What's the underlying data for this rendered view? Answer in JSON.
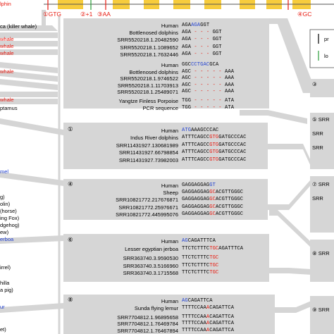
{
  "header": {
    "markers": [
      {
        "num": "①",
        "label": "GTG"
      },
      {
        "num": "②",
        "label": "+1"
      },
      {
        "num": "③",
        "label": "AA"
      },
      {
        "num": "④",
        "label": "GC"
      }
    ]
  },
  "colors": {
    "exon": "#f7cc3c",
    "band": "#d5d5d5",
    "mutation": "#e8190f",
    "human_codon": "#1f3fd0",
    "marker_red": "#e8190f"
  },
  "species": [
    {
      "label": "lphin",
      "color": "#e8190f"
    },
    {
      "label": "ca (killer whale)",
      "color": "#000000"
    },
    {
      "label": "whale",
      "color": "#e8190f"
    },
    {
      "label": "whale",
      "color": "#e8190f"
    },
    {
      "label": "whale",
      "color": "#e8190f"
    },
    {
      "label": "",
      "color": "#e8190f"
    },
    {
      "label": "",
      "color": "#e8190f"
    },
    {
      "label": "whale",
      "color": "#e8190f"
    },
    {
      "label": "",
      "color": "#e8190f"
    },
    {
      "label": "",
      "color": "#e8190f"
    },
    {
      "label": "",
      "color": "#e8190f"
    },
    {
      "label": "whale",
      "color": "#e8190f"
    },
    {
      "label": "ptamus",
      "color": "#000000"
    },
    {
      "label": "mel",
      "color": "#1f3fd0"
    },
    {
      "label": "g)",
      "color": "#000000"
    },
    {
      "label": "olin)",
      "color": "#000000"
    },
    {
      "label": "(horse)",
      "color": "#000000"
    },
    {
      "label": "ing Fox)",
      "color": "#000000"
    },
    {
      "label": "dgehog)",
      "color": "#000000"
    },
    {
      "label": "ew)",
      "color": "#000000"
    },
    {
      "label": "erboa",
      "color": "#1f3fd0"
    },
    {
      "label": "irrel)",
      "color": "#000000"
    },
    {
      "label": "hilla",
      "color": "#000000"
    },
    {
      "label": "a pig)",
      "color": "#000000"
    },
    {
      "label": "ur",
      "color": "#1f3fd0"
    },
    {
      "label": "et)",
      "color": "#000000"
    }
  ],
  "legend": {
    "items": [
      "pr",
      "lo"
    ]
  },
  "right_labels": [
    {
      "circle": "③",
      "text": ""
    },
    {
      "circle": "⑤",
      "text": "SRR"
    },
    {
      "circle": "",
      "text": "SRR"
    },
    {
      "circle": "",
      "text": "SRR"
    },
    {
      "circle": "⑦",
      "text": "SRR"
    },
    {
      "circle": "",
      "text": "SRR"
    },
    {
      "circle": "⑧",
      "text": "SRR"
    },
    {
      "circle": "⑨",
      "text": "SRR"
    }
  ],
  "panels": [
    {
      "id": "p1",
      "circle": "",
      "rows": [
        {
          "label": "Human",
          "seq": [
            {
              "t": "AGA"
            },
            {
              "t": "AGA",
              "c": "blue"
            },
            {
              "t": "GGT"
            }
          ]
        },
        {
          "label": "Bottlenosed dolphins",
          "seq": [
            {
              "t": "AGA"
            },
            {
              "t": " - - - ",
              "c": "red"
            },
            {
              "t": "GGT"
            }
          ]
        },
        {
          "label": "SRR5520218.1.20482590",
          "seq": [
            {
              "t": "AGA"
            },
            {
              "t": " - - - ",
              "c": "red"
            },
            {
              "t": "GGT"
            }
          ]
        },
        {
          "label": "SRR5520218.1.1089652",
          "seq": [
            {
              "t": "AGA"
            },
            {
              "t": " - - - ",
              "c": "red"
            },
            {
              "t": "GGT"
            }
          ]
        },
        {
          "label": "SRR5520218.1.7632446",
          "seq": [
            {
              "t": "AGA"
            },
            {
              "t": " - - - ",
              "c": "red"
            },
            {
              "t": "GGT"
            }
          ]
        }
      ]
    },
    {
      "id": "p2",
      "circle": "",
      "rows": [
        {
          "label": "Human",
          "seq": [
            {
              "t": "GGC"
            },
            {
              "t": "CCTGAC",
              "c": "blue"
            },
            {
              "t": "GCA"
            }
          ]
        },
        {
          "label": "Bottlenosed dolphins",
          "seq": [
            {
              "t": "AGC"
            },
            {
              "t": " - - - - - ",
              "c": "red"
            },
            {
              "t": "AAA"
            }
          ]
        },
        {
          "label": "SRR5520218.1.9746522",
          "seq": [
            {
              "t": "AGC"
            },
            {
              "t": " - - - - - ",
              "c": "red"
            },
            {
              "t": "AAA"
            }
          ]
        },
        {
          "label": "SRR5520218.1.11703913",
          "seq": [
            {
              "t": "AGC"
            },
            {
              "t": " - - - - - ",
              "c": "red"
            },
            {
              "t": "AAA"
            }
          ]
        },
        {
          "label": "SRR5520218.1.25489071",
          "seq": [
            {
              "t": "AGC"
            },
            {
              "t": " - - - - - ",
              "c": "red"
            },
            {
              "t": "AAA"
            }
          ]
        },
        {
          "label": "Yangtze Finless Porpoise",
          "seq": [
            {
              "t": "TGG"
            },
            {
              "t": " - - - - - ",
              "c": "red"
            },
            {
              "t": "ATA"
            }
          ]
        },
        {
          "label": "PCR sequence",
          "seq": [
            {
              "t": "TGG"
            },
            {
              "t": " - - - - - ",
              "c": "red"
            },
            {
              "t": "ATA"
            }
          ]
        }
      ]
    },
    {
      "id": "p3",
      "circle": "①",
      "rows": [
        {
          "label": "Human",
          "seq": [
            {
              "t": "ATG",
              "c": "blue"
            },
            {
              "t": "AAAGCCCAC"
            }
          ]
        },
        {
          "label": "Indus River dolphins",
          "seq": [
            {
              "t": "ATTTCAGCC"
            },
            {
              "t": "GTG",
              "c": "red"
            },
            {
              "t": "GATGCCCAC"
            }
          ]
        },
        {
          "label": "SRR11431927.130681989",
          "seq": [
            {
              "t": "ATTTCAGCC"
            },
            {
              "t": "GTG",
              "c": "red"
            },
            {
              "t": "GATGCCCAC"
            }
          ]
        },
        {
          "label": "SRR11431927.66798854",
          "seq": [
            {
              "t": "ATTTCAGCC"
            },
            {
              "t": "GTG",
              "c": "red"
            },
            {
              "t": "GATGCCCAC"
            }
          ]
        },
        {
          "label": "SRR11431927.73982003",
          "seq": [
            {
              "t": "ATTTCAGCC"
            },
            {
              "t": "GTG",
              "c": "red"
            },
            {
              "t": "GATGCCCAC"
            }
          ]
        }
      ]
    },
    {
      "id": "p4",
      "circle": "④",
      "rows": [
        {
          "label": "Human",
          "seq": [
            {
              "t": "GAGGAGGAG"
            },
            {
              "t": "GT",
              "c": "blue"
            }
          ]
        },
        {
          "label": "Sheep",
          "seq": [
            {
              "t": "GAGGAGGAG"
            },
            {
              "t": "GC",
              "c": "red"
            },
            {
              "t": "ACGTTGGGC"
            }
          ]
        },
        {
          "label": "SRR10821772.217676871",
          "seq": [
            {
              "t": "GAGGAGGAG"
            },
            {
              "t": "GC",
              "c": "red"
            },
            {
              "t": "ACGTTGGGC"
            }
          ]
        },
        {
          "label": "SRR10821772.25976671",
          "seq": [
            {
              "t": "GAGGAGGAG"
            },
            {
              "t": "GC",
              "c": "red"
            },
            {
              "t": "ACGTTGGGC"
            }
          ]
        },
        {
          "label": "SRR10821772.445995076",
          "seq": [
            {
              "t": "GAGGAGGAG"
            },
            {
              "t": "GC",
              "c": "red"
            },
            {
              "t": "ACGTTGGGC"
            }
          ]
        }
      ]
    },
    {
      "id": "p5",
      "circle": "⑥",
      "rows": [
        {
          "label": "Human",
          "seq": [
            {
              "t": "AG",
              "c": "blue"
            },
            {
              "t": "CAGATTTCA"
            }
          ]
        },
        {
          "label": "Lesser egyptian jerboa",
          "seq": [
            {
              "t": "TTCTCTTTC"
            },
            {
              "t": "TGC",
              "c": "red"
            },
            {
              "t": "AGATTTCA"
            }
          ]
        },
        {
          "label": "SRR363740.3.9590530",
          "seq": [
            {
              "t": "TTCTCTTTC"
            },
            {
              "t": "TGC",
              "c": "red"
            }
          ]
        },
        {
          "label": "SRR363740.3.5166960",
          "seq": [
            {
              "t": "TTCTCTTTC"
            },
            {
              "t": "TGC",
              "c": "red"
            }
          ]
        },
        {
          "label": "SRR363740.3.1715568",
          "seq": [
            {
              "t": "TTCTCTTTC"
            },
            {
              "t": "TGC",
              "c": "red"
            }
          ]
        }
      ]
    },
    {
      "id": "p6",
      "circle": "⑧",
      "rows": [
        {
          "label": "Human",
          "seq": [
            {
              "t": "A",
              "c": "blue"
            },
            {
              "t": "G",
              "c": "blue"
            },
            {
              "t": "CAGATTCA"
            }
          ]
        },
        {
          "label": "Sunda flying lemur",
          "seq": [
            {
              "t": "TTTTCCAA"
            },
            {
              "t": "A",
              "c": "red"
            },
            {
              "t": "CAGATTCA"
            }
          ]
        },
        {
          "label": "SRR7704812.1.96895658",
          "seq": [
            {
              "t": "TTTTCCAA"
            },
            {
              "t": "A",
              "c": "red"
            },
            {
              "t": "CAGATTCA"
            }
          ]
        },
        {
          "label": "SRR7704812.1.76469784",
          "seq": [
            {
              "t": "TTTTCCAA"
            },
            {
              "t": "A",
              "c": "red"
            },
            {
              "t": "CAGATTCA"
            }
          ]
        },
        {
          "label": "SRR7704812.1.76467894",
          "seq": [
            {
              "t": "TTTTCCAA"
            },
            {
              "t": "A",
              "c": "red"
            },
            {
              "t": "CAGATTCA"
            }
          ]
        }
      ]
    }
  ]
}
